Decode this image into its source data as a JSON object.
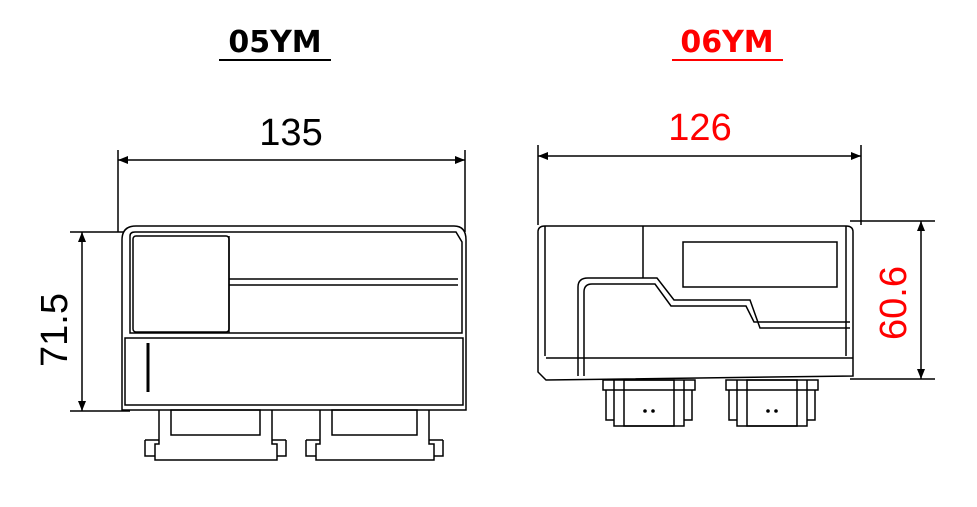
{
  "left": {
    "title": "05YM",
    "width_label": "135",
    "height_label": "71.5",
    "title_color": "#000000",
    "dim_color": "#000000"
  },
  "right": {
    "title": "06YM",
    "width_label": "126",
    "height_label": "60.6",
    "title_color": "#ff0000",
    "dim_color": "#ff0000"
  },
  "colors": {
    "outline": "#000000",
    "accent": "#ff0000"
  }
}
